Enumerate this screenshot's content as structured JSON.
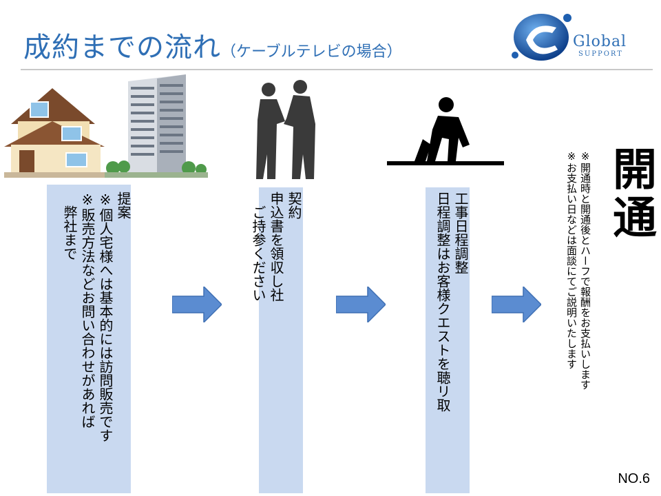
{
  "header": {
    "title": "成約までの流れ",
    "subtitle": "（ケーブルテレビの場合）"
  },
  "logo": {
    "name": "Global",
    "sub": "SUPPORT"
  },
  "steps": [
    {
      "text": "提案\n※個人宅様へは基本的には訪問販売です\n※販売方法などお問い合わせがあれば\n　弊社まで"
    },
    {
      "text": "契約\n申込書を領収し社\n　ご持参ください"
    },
    {
      "text": "工事日程調整\n日程調整はお客様クエストを聴リ取"
    }
  ],
  "final": {
    "label": "開通",
    "notes": "※開通時と開通後とハーフで報酬をお支払いします\n※お支払い日などは面談にてご説明いたします"
  },
  "page_number": "NO.6"
}
